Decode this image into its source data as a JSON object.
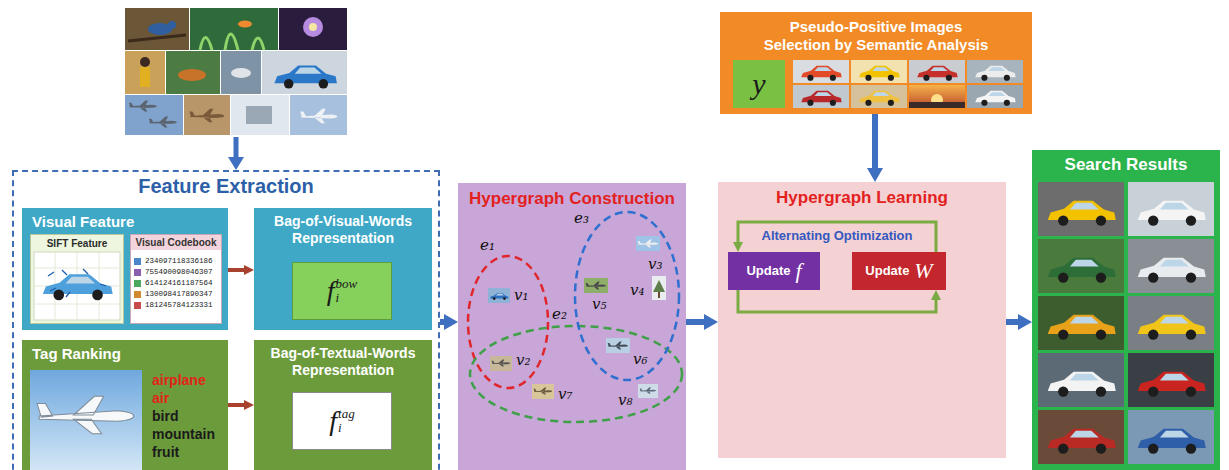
{
  "diagram": {
    "nodes": [
      {
        "text": [
          "Feature Extraction"
        ]
      },
      {
        "text": [
          "Visual Feature"
        ],
        "in": 0
      },
      {
        "text": [
          "SIFT Feature"
        ],
        "in": 1
      },
      {
        "text": [
          "Visual Codebook",
          "234097118336186 755490098046307 614124161187564 130098417890347 181245784123331"
        ],
        "in": 1
      },
      {
        "text": [
          "Bag-of-Visual-Words Representation"
        ],
        "in": 0
      },
      {
        "text": [
          "f",
          "i",
          "bow"
        ],
        "in": 4
      },
      {
        "text": [
          "Tag Ranking",
          "airplane",
          "air",
          "bird",
          "mountain",
          "fruit"
        ],
        "in": 0
      },
      {
        "text": [
          "Bag-of-Textual-Words Representation"
        ],
        "in": 0
      },
      {
        "text": [
          "f",
          "i",
          "tag"
        ],
        "in": 7
      },
      {
        "text": [
          "Hypergraph Construction"
        ]
      },
      {
        "text": [
          "Pseudo-Positive Images Selection by Semantic Analysis"
        ]
      },
      {
        "text": [
          "y"
        ],
        "in": 10
      },
      {
        "text": [
          "Hypergraph Learning",
          "Alternating Optimization"
        ]
      },
      {
        "text": [
          "Update",
          "f"
        ],
        "in": 12
      },
      {
        "text": [
          "Update",
          "W"
        ],
        "in": 12
      },
      {
        "text": [
          "Search Results"
        ]
      }
    ],
    "edges": [
      {
        "from": 1,
        "to": 4,
        "arrow": "to"
      },
      {
        "from": 6,
        "to": 7,
        "arrow": "to"
      },
      {
        "from": 0,
        "to": 9,
        "arrow": "to"
      },
      {
        "from": 9,
        "to": 12,
        "arrow": "to"
      },
      {
        "from": 10,
        "to": 12,
        "arrow": "to"
      },
      {
        "from": 12,
        "to": 15,
        "arrow": "to"
      },
      {
        "from": 14,
        "to": 13,
        "arrow": "to"
      },
      {
        "from": 13,
        "to": 14,
        "arrow": "to"
      }
    ],
    "labels": [
      "e₁",
      "e₂",
      "e₃",
      "v₁",
      "v₂",
      "v₃",
      "v₄",
      "v₅",
      "v₆",
      "v₇",
      "v₈"
    ]
  }
}
